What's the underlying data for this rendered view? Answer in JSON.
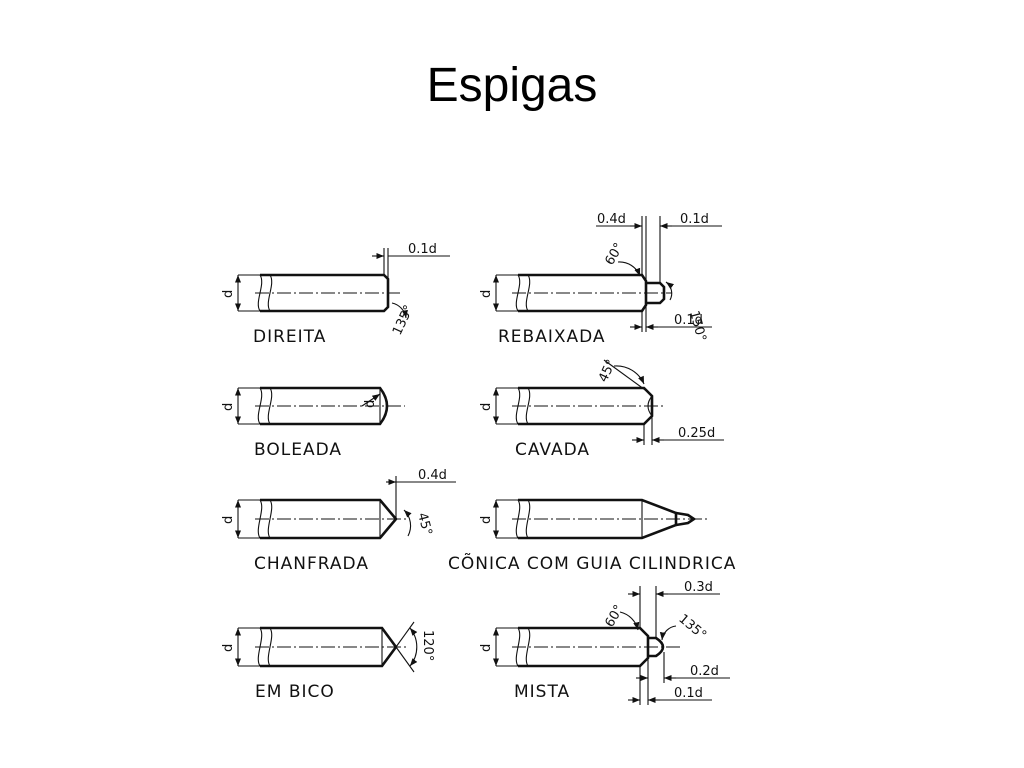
{
  "title": "Espigas",
  "diagram": {
    "d_label": "d",
    "items": [
      {
        "key": "direita",
        "caption": "DIREITA",
        "dims": [
          "0.1d",
          "135°"
        ]
      },
      {
        "key": "rebaixada",
        "caption": "REBAIXADA",
        "dims": [
          "0.4d",
          "0.1d",
          "60°",
          "150°",
          "0.1d"
        ]
      },
      {
        "key": "boleada",
        "caption": "BOLEADA",
        "dims": [
          "d"
        ]
      },
      {
        "key": "cavada",
        "caption": "CAVADA",
        "dims": [
          "45°",
          "0.25d"
        ]
      },
      {
        "key": "chanfrada",
        "caption": "CHANFRADA",
        "dims": [
          "0.4d",
          "45°"
        ]
      },
      {
        "key": "conica",
        "caption": "CÕNICA  COM  GUIA  CILINDRICA",
        "dims": []
      },
      {
        "key": "embico",
        "caption": "EM  BICO",
        "dims": [
          "120°"
        ]
      },
      {
        "key": "mista",
        "caption": "MISTA",
        "dims": [
          "0.3d",
          "60°",
          "135°",
          "0.2d",
          "0.1d"
        ]
      }
    ]
  }
}
